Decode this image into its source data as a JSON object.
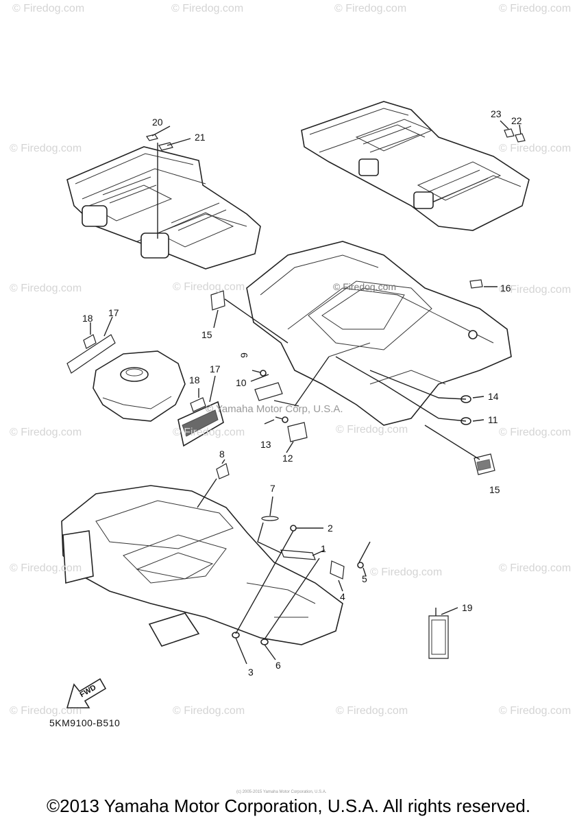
{
  "watermark": "© Firedog.com",
  "watermark_small": "(c) 2005-2015 Yamaha Motor Corporation, U.S.A.",
  "center_watermark": "© Firedog.com",
  "center_watermark_2": "© Yamaha Motor Corp, U.S.A.",
  "diagram_code": "5KM9100-B510",
  "fwd_label": "FWD",
  "copyright": "©2013 Yamaha Motor Corporation, U.S.A. All rights reserved.",
  "callouts": {
    "c1": "1",
    "c2": "2",
    "c3": "3",
    "c4": "4",
    "c5": "5",
    "c6": "6",
    "c7": "7",
    "c8": "8",
    "c9": "9",
    "c10": "10",
    "c11": "11",
    "c12": "12",
    "c13": "13",
    "c14": "14",
    "c15a": "15",
    "c15b": "15",
    "c16": "16",
    "c17a": "17",
    "c17b": "17",
    "c18a": "18",
    "c18b": "18",
    "c19": "19",
    "c20": "20",
    "c21": "21",
    "c22": "22",
    "c23": "23"
  }
}
